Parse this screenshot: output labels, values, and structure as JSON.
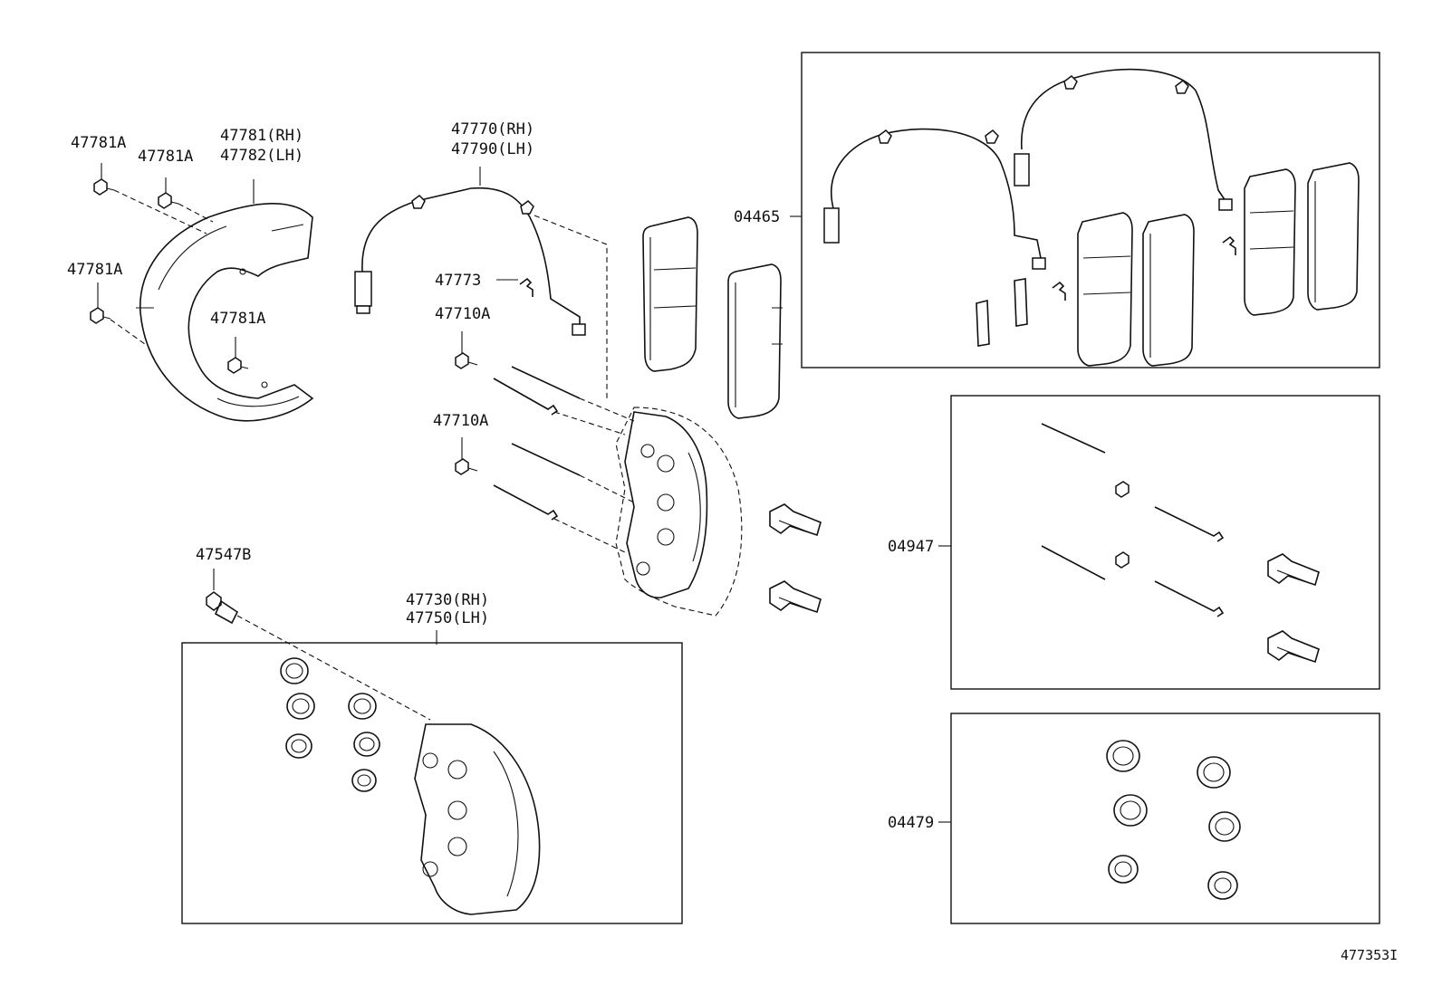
{
  "diagram": {
    "callouts": {
      "bolt_a1": "47781A",
      "bolt_a2": "47781A",
      "bolt_a3": "47781A",
      "bolt_a4": "47781A",
      "cover_rh": "47781(RH)",
      "cover_lh": "47782(LH)",
      "sensor_rh": "47770(RH)",
      "sensor_lh": "47790(LH)",
      "clip": "47773",
      "bolt_b1": "47710A",
      "bolt_b2": "47710A",
      "bleeder": "47547B",
      "caliper_rh": "47730(RH)",
      "caliper_lh": "47750(LH)",
      "kit_pads": "04465",
      "kit_pins": "04947",
      "kit_seals": "04479"
    },
    "figure_id": "477353I"
  }
}
